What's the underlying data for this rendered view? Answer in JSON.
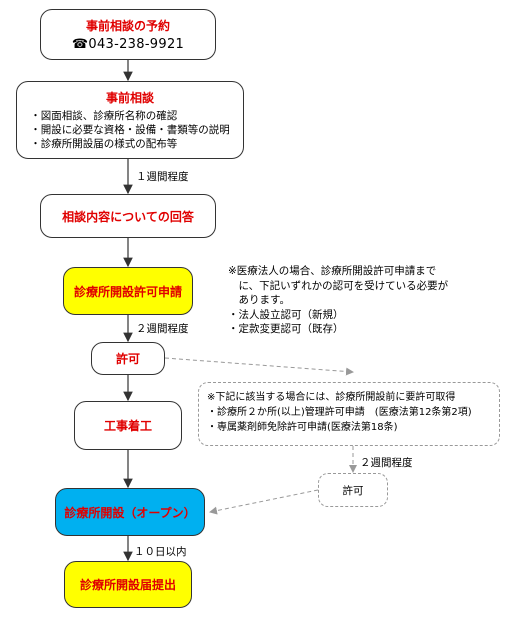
{
  "steps": {
    "reservation": {
      "title": "事前相談の予約",
      "phone": "☎043-238-9921"
    },
    "consultation": {
      "title": "事前相談",
      "items": [
        "・図面相談、診療所名称の確認",
        "・開設に必要な資格・設備・書類等の説明",
        "・診療所開設届の様式の配布等"
      ]
    },
    "answer": "相談内容についての回答",
    "permit_application": "診療所開設許可申請",
    "permit": "許可",
    "construction": "工事着工",
    "opening": "診療所開設（オープン）",
    "notification": "診療所開設届提出"
  },
  "durations": {
    "after_consultation": "１週間程度",
    "after_application": "２週間程度",
    "after_extra": "２週間程度",
    "after_opening": "１０日以内"
  },
  "notes": {
    "medical_corp": [
      "※医療法人の場合、診療所開設許可申請まで",
      "　に、下記いずれかの認可を受けている必要が",
      "　あります。",
      "・法人設立認可（新規）",
      "・定款変更認可（既存）"
    ],
    "extra_permits": [
      "※下記に該当する場合には、診療所開設前に要許可取得",
      "・診療所２か所(以上)管理許可申請　(医療法第12条第2項)",
      "・専属薬剤師免除許可申請(医療法第18条)"
    ],
    "extra_permit_box": "許可"
  }
}
